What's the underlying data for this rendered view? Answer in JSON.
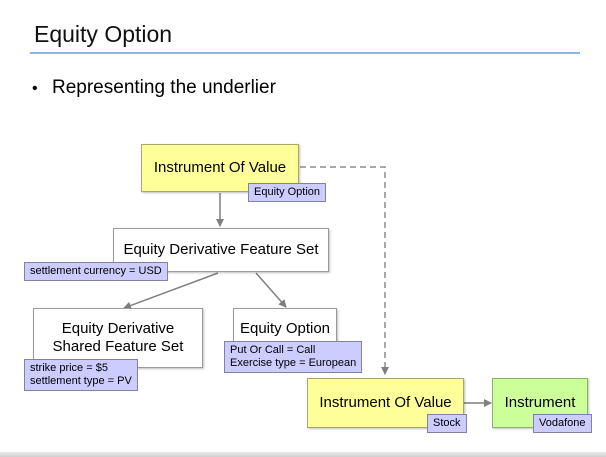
{
  "slide": {
    "title": "Equity Option",
    "bullet": "Representing the underlier"
  },
  "diagram": {
    "instrument_of_value_top": {
      "label": "Instrument Of Value",
      "tag": "Equity Option"
    },
    "equity_derivative_feature_set": {
      "label": "Equity Derivative Feature Set",
      "tag": "settlement currency = USD"
    },
    "equity_derivative_shared_feature_set": {
      "label_line1": "Equity Derivative",
      "label_line2": "Shared Feature Set",
      "tag_line1": "strike price = $5",
      "tag_line2": "settlement type = PV"
    },
    "equity_option": {
      "label": "Equity Option",
      "tag_line1": "Put Or Call = Call",
      "tag_line2": "Exercise type = European"
    },
    "instrument_of_value_bottom": {
      "label": "Instrument Of Value",
      "tag": "Stock"
    },
    "instrument": {
      "label": "Instrument",
      "tag": "Vodafone"
    }
  },
  "colors": {
    "yellow_box": "#ffff99",
    "green_box": "#ccff99",
    "tag": "#ccccff",
    "title_rule": "#8fb2e8"
  }
}
